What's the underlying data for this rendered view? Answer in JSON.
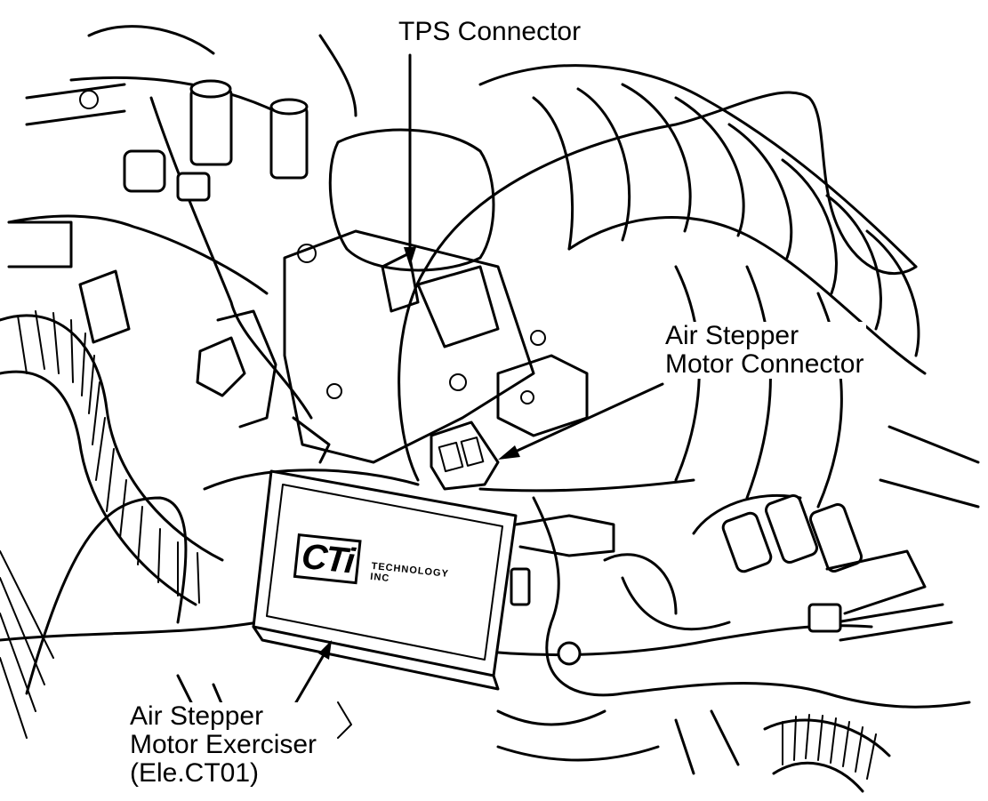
{
  "labels": {
    "tps_connector": "TPS Connector",
    "air_stepper_motor_connector": [
      "Air Stepper",
      "Motor Connector"
    ],
    "air_stepper_motor_exerciser": [
      "Air Stepper",
      "Motor Exerciser",
      "(Ele.CT01)"
    ]
  },
  "device": {
    "logo": "CTi",
    "logo_subtext": "TECHNOLOGY INC"
  }
}
